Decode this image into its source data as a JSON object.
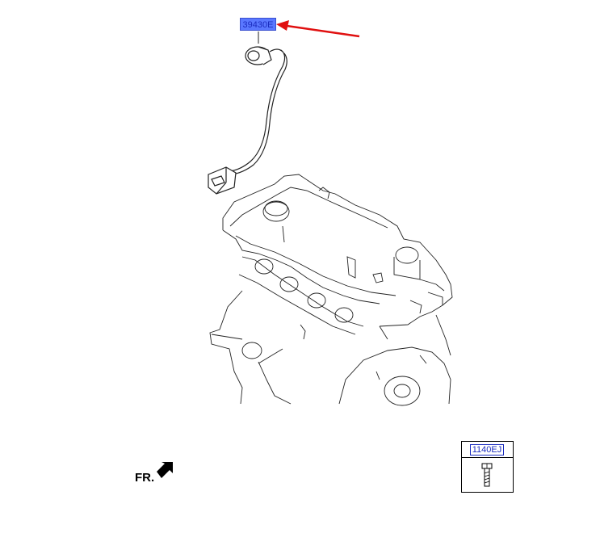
{
  "callouts": {
    "sensor_part_number": "39430E",
    "bolt_part_number": "1140EJ"
  },
  "direction": {
    "label": "FR."
  },
  "colors": {
    "highlight": "#5a78ff",
    "arrow": "#e01010",
    "line": "#222222"
  },
  "icons": [
    "front-direction-arrow-icon",
    "bolt-icon",
    "red-pointer-arrow-icon"
  ]
}
